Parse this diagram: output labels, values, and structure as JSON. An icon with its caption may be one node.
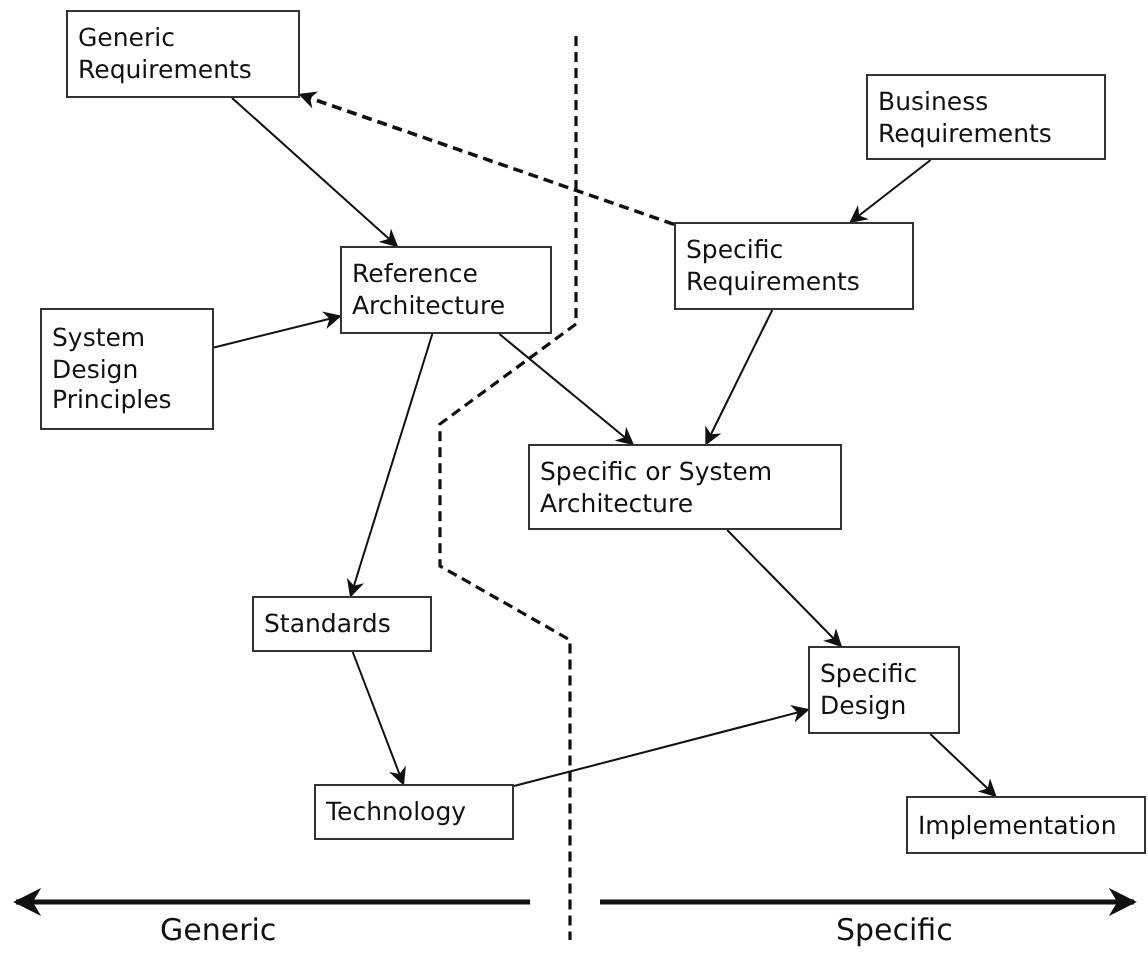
{
  "diagram": {
    "nodes": [
      {
        "text": [
          "Generic Requirements"
        ]
      },
      {
        "text": [
          "Business Requirements"
        ]
      },
      {
        "text": [
          "Reference Architecture"
        ]
      },
      {
        "text": [
          "System Design Principles"
        ]
      },
      {
        "text": [
          "Specific Requirements"
        ]
      },
      {
        "text": [
          "Specific or System Architecture"
        ]
      },
      {
        "text": [
          "Standards"
        ]
      },
      {
        "text": [
          "Specific Design"
        ]
      },
      {
        "text": [
          "Technology"
        ]
      },
      {
        "text": [
          "Implementation"
        ]
      }
    ],
    "edges": [
      {
        "from": 0,
        "to": 2,
        "arrow": "to"
      },
      {
        "from": 4,
        "to": 0,
        "arrow": "to",
        "style": "dashed"
      },
      {
        "from": 1,
        "to": 4,
        "arrow": "to"
      },
      {
        "from": 3,
        "to": 2,
        "arrow": "to"
      },
      {
        "from": 2,
        "to": 5,
        "arrow": "to"
      },
      {
        "from": 4,
        "to": 5,
        "arrow": "to"
      },
      {
        "from": 2,
        "to": 6,
        "arrow": "to"
      },
      {
        "from": 6,
        "to": 8,
        "arrow": "to"
      },
      {
        "from": 5,
        "to": 7,
        "arrow": "to"
      },
      {
        "from": 8,
        "to": 7,
        "arrow": "to"
      },
      {
        "from": 7,
        "to": 9,
        "arrow": "to"
      }
    ],
    "labels": [
      "Generic",
      "Specific"
    ]
  }
}
